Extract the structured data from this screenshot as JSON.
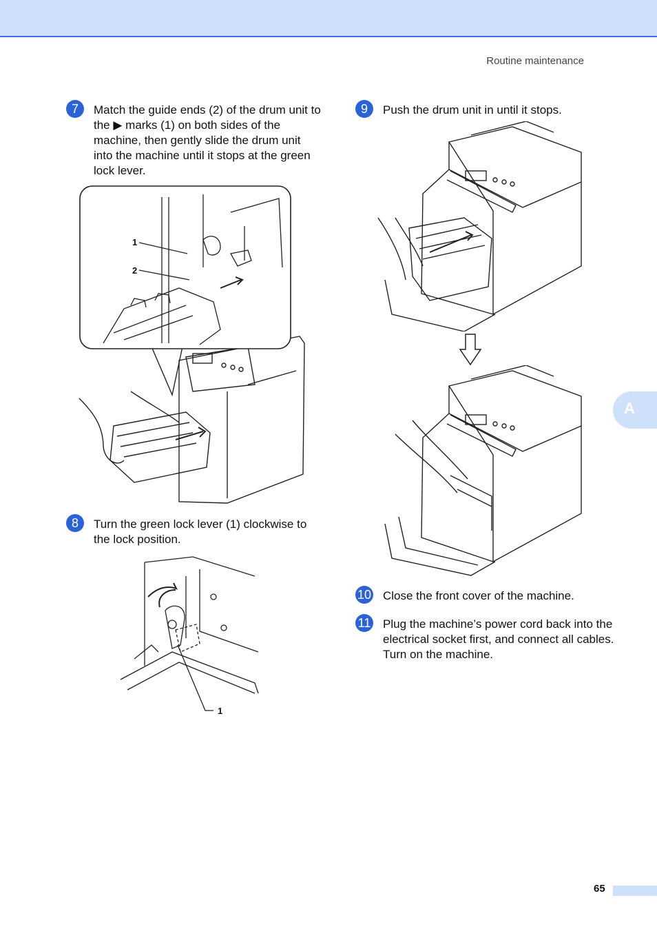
{
  "header": {
    "section_title": "Routine maintenance"
  },
  "side_tab": {
    "letter": "A"
  },
  "footer": {
    "page_number": "65"
  },
  "steps": [
    {
      "number": "7",
      "text": "Match the guide ends (2) of the drum unit to the ▶ marks (1) on both sides of the machine, then gently slide the drum unit into the machine until it stops at the green lock lever."
    },
    {
      "number": "8",
      "text": "Turn the green lock lever (1) clockwise to the lock position."
    },
    {
      "number": "9",
      "text": "Push the drum unit in until it stops."
    },
    {
      "number": "10",
      "text": "Close the front cover of the machine."
    },
    {
      "number": "11",
      "text": " Plug the machine’s power cord back into the electrical socket first, and connect all cables. Turn on the machine."
    }
  ],
  "figures": {
    "fig7": {
      "callout_1": "1",
      "callout_2": "2"
    },
    "fig8": {
      "callout_1": "1"
    }
  },
  "colors": {
    "accent": "#2c62d8",
    "band": "#cfe0fb",
    "band_border": "#3a6ee8"
  }
}
